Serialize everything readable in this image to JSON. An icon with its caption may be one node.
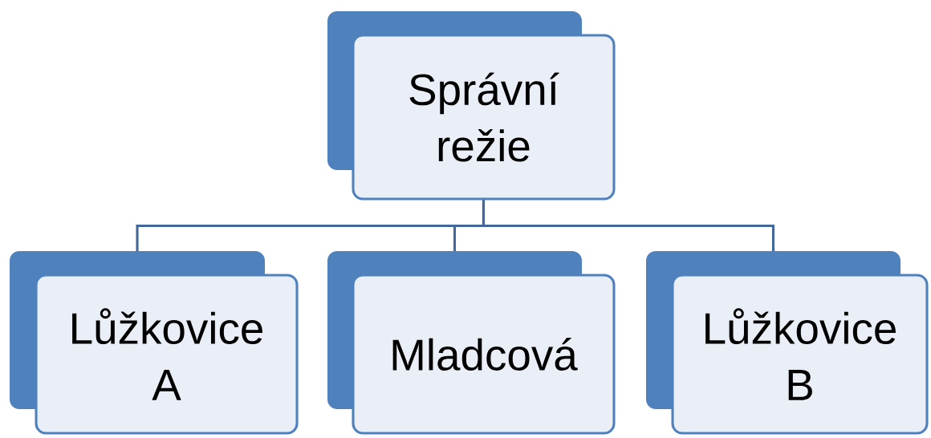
{
  "diagram": {
    "nodes": [
      {
        "text": [
          "Správní režie"
        ]
      },
      {
        "text": [
          "Lůžkovice A"
        ]
      },
      {
        "text": [
          "Mladcová"
        ]
      },
      {
        "text": [
          "Lůžkovice B"
        ]
      }
    ],
    "edges": [
      {
        "from": 0,
        "to": 1,
        "arrow": "none"
      },
      {
        "from": 0,
        "to": 2,
        "arrow": "none"
      },
      {
        "from": 0,
        "to": 3,
        "arrow": "none"
      }
    ]
  }
}
